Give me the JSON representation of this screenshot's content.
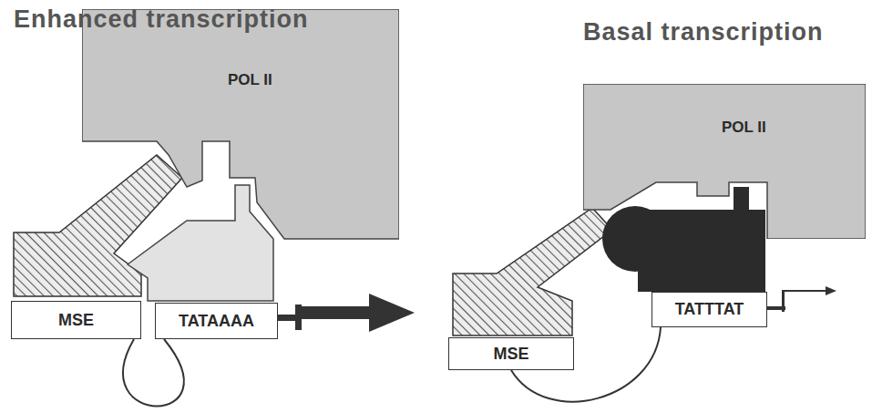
{
  "diagram": {
    "nodes": [
      {
        "text": [
          "POL II"
        ]
      },
      {
        "text": [
          "MSE"
        ]
      },
      {
        "text": [
          "TATAAAA"
        ]
      },
      {
        "text": [
          "POL II"
        ]
      },
      {
        "text": [
          "MSE"
        ]
      },
      {
        "text": [
          "TATTTAT"
        ]
      }
    ],
    "edges": [
      {
        "from": 1,
        "to": 2,
        "arrow": "none"
      },
      {
        "from": 4,
        "to": 5,
        "arrow": "none"
      }
    ],
    "labels": [
      "Enhanced transcription",
      "Basal transcription"
    ]
  }
}
